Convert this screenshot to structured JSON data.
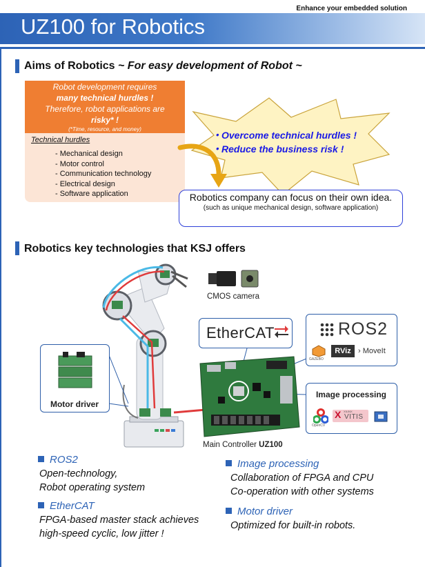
{
  "header": {
    "tagline": "Enhance your embedded solution",
    "title": "UZ100 for Robotics"
  },
  "aims": {
    "heading_prefix": "Aims of  Robotics ",
    "heading_italic": "~ For easy development of Robot ~",
    "risk_lines": [
      "Robot development requires",
      "many technical hurdles !",
      "Therefore, robot applications  are",
      "risky* !"
    ],
    "risk_note": "(*Time, resource, and money)",
    "hurdles_title": "Technical hurdles",
    "hurdles": [
      "- Mechanical design",
      "- Motor control",
      "- Communication technology",
      "- Electrical design",
      "- Software application"
    ],
    "star_lines": [
      "・Overcome technical hurdles !",
      "・Reduce the business risk !"
    ],
    "focus_main": "Robotics company can focus on their own idea.",
    "focus_sub": "(such as unique mechanical design, software application)"
  },
  "key_tech": {
    "heading": "Robotics key technologies that KSJ offers",
    "labels": {
      "cmos_camera": "CMOS camera",
      "motor_driver": "Motor driver",
      "ethercat": "EtherCAT",
      "ros2": "ROS2",
      "gazebo": "GAZEBO",
      "rviz": "RViz",
      "moveit": "MoveIt",
      "image_processing": "Image processing",
      "opencv": "OpenCV",
      "xilinx": "XILINX",
      "vitis": "VITIS",
      "main_controller_prefix": "Main Controller ",
      "main_controller_model": "UZ100"
    },
    "bullets": [
      {
        "head": "ROS2",
        "lines": [
          "Open-technology,",
          "Robot operating system"
        ]
      },
      {
        "head": "EtherCAT",
        "lines": [
          "FPGA-based master stack achieves",
          "high-speed cyclic, low jitter !"
        ]
      },
      {
        "head": "Image processing",
        "lines": [
          "Collaboration of FPGA and CPU",
          "Co-operation with other systems"
        ]
      },
      {
        "head": "Motor driver",
        "lines": [
          "Optimized for built-in robots."
        ]
      }
    ]
  },
  "colors": {
    "brand_blue": "#2d63b6",
    "orange": "#ef7e32",
    "peach": "#fce5d6",
    "star_fill": "#fef3c3",
    "emphasis_blue": "#1a1ae6"
  }
}
